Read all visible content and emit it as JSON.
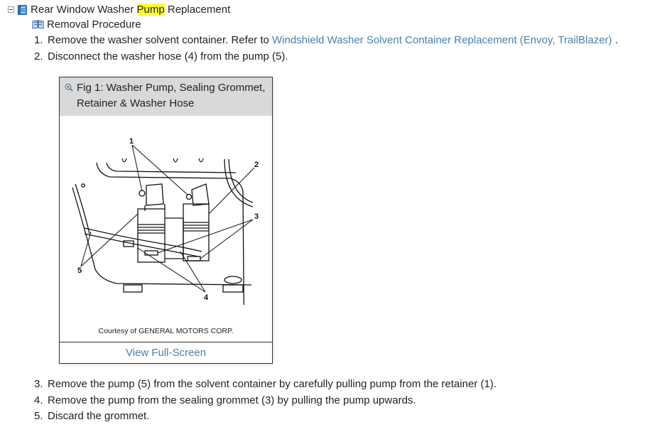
{
  "tree": {
    "title_before": "Rear Window Washer ",
    "title_highlight": "Pump",
    "title_after": " Replacement",
    "child_label": "Removal Procedure"
  },
  "steps_top": [
    {
      "num": "1.",
      "text": "Remove the washer solvent container. Refer to ",
      "link": "Windshield Washer Solvent Container Replacement (Envoy, TrailBlazer)",
      "after": " ."
    },
    {
      "num": "2.",
      "text": "Disconnect the washer hose (4) from the pump (5)."
    }
  ],
  "figure": {
    "title": "Fig 1: Washer Pump, Sealing Grommet, Retainer & Washer Hose",
    "callouts": [
      "1",
      "2",
      "3",
      "4",
      "5"
    ],
    "courtesy": "Courtesy of GENERAL MOTORS CORP.",
    "view_label": "View Full-Screen"
  },
  "steps_bottom": [
    {
      "num": "3.",
      "text": "Remove the pump (5) from the solvent container by carefully pulling pump from the retainer (1)."
    },
    {
      "num": "4.",
      "text": "Remove the pump from the sealing grommet (3) by pulling the pump upwards."
    },
    {
      "num": "5.",
      "text": "Discard the grommet."
    }
  ],
  "colors": {
    "link": "#4a7fa8",
    "highlight": "#ffff33",
    "figure_header": "#d9d9d9"
  }
}
